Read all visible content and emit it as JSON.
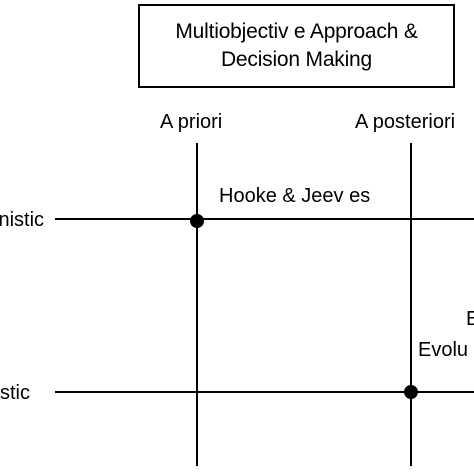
{
  "title": {
    "line1": "Multiobjectiv e Approach &",
    "line2": "Decision Making"
  },
  "columns": {
    "a_priori": "A priori",
    "a_posteriori": "A posteriori"
  },
  "rows": {
    "top_row_label": "inistic",
    "bottom_row_label": "stic"
  },
  "methods": {
    "hooke_jeeves": "Hooke & Jeev es",
    "partial_1": "E",
    "partial_2": "Evolu"
  },
  "colors": {
    "line": "#000000",
    "dot": "#000000",
    "background": "#ffffff"
  }
}
